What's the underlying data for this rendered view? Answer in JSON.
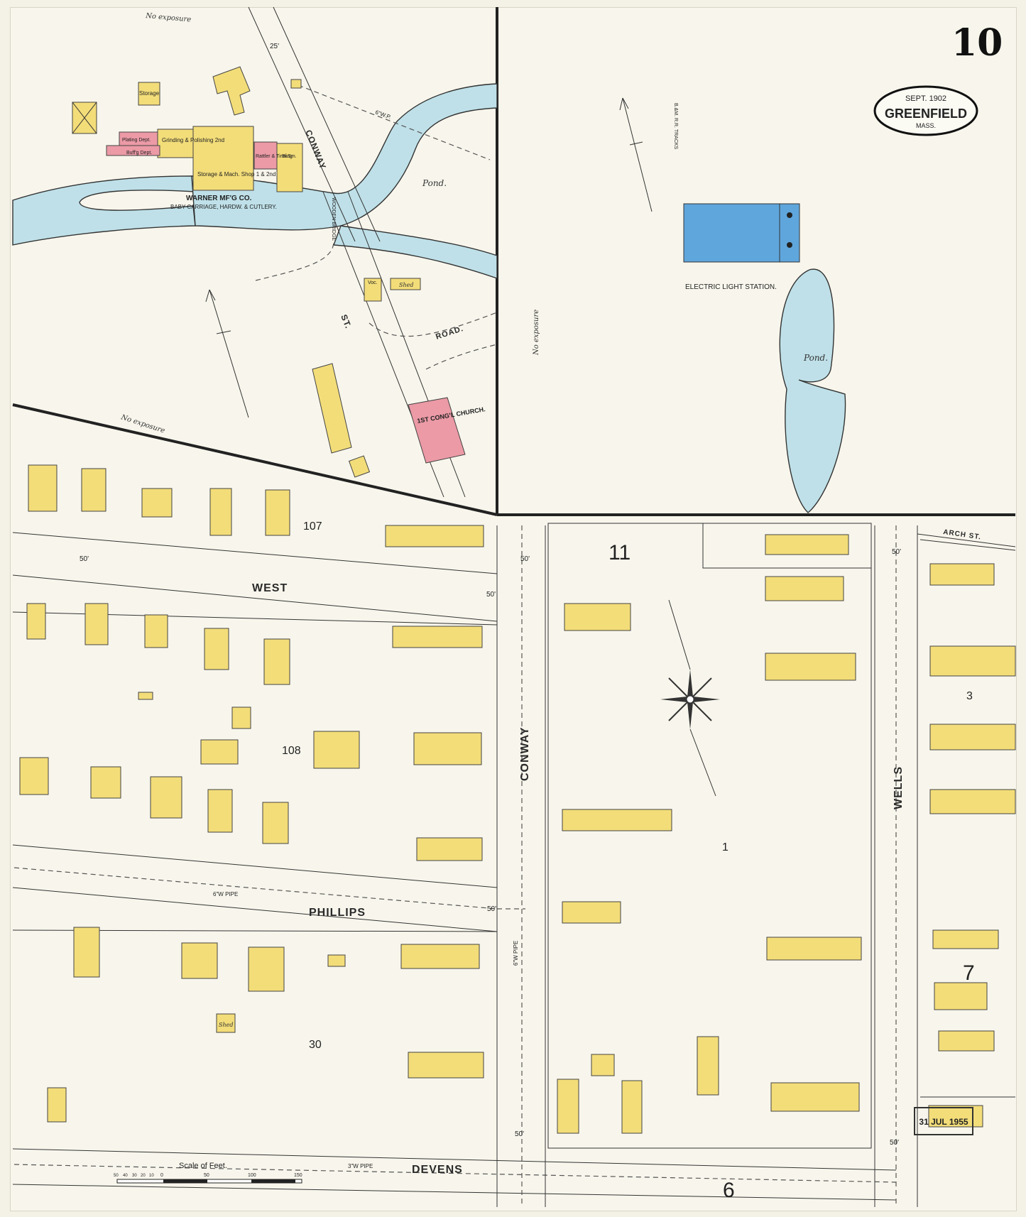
{
  "sheet": {
    "page_number": "10",
    "cartouche": {
      "date": "SEPT. 1902",
      "city": "GREENFIELD",
      "state": "MASS."
    },
    "stamp": "31 JUL 1955",
    "scale": {
      "label": "Scale of Feet.",
      "ticks": [
        "50",
        "40",
        "30",
        "20",
        "10",
        "0",
        "50",
        "100",
        "150"
      ]
    },
    "block_numbers": [
      "107",
      "108",
      "30",
      "11",
      "1",
      "3",
      "7",
      "6"
    ],
    "streets": {
      "west": "WEST",
      "phillips": "PHILLIPS",
      "devens": "DEVENS",
      "conway_lower": "CONWAY",
      "conway_upper": "CONWAY",
      "conway_st": "ST.",
      "wells": "WELLS",
      "arch": "ARCH  ST.",
      "road": "ROAD."
    },
    "labels": {
      "no_exposure_top": "No  exposure",
      "no_exposure_mid": "No  exposure",
      "no_exposure_right": "No  exposure",
      "pond_1": "Pond.",
      "pond_2": "Pond.",
      "warner": "WARNER MF'G CO.",
      "warner_sub": "BABY CARRIAGE, HARDW. & CUTLERY.",
      "storage": "Storage",
      "storage_mach": "Storage & Mach. Shop 1 & 2nd",
      "plating": "Plating Dept.",
      "grinding": "Grinding & Polishing 2nd",
      "buffing": "Buff'g Dept.",
      "rattler": "Rattler & Tinning",
      "blsm": "Bl.Sm.",
      "voc": "Voc.",
      "shed_1": "Shed",
      "shed_2": "Shed",
      "church": "1ST CONG'L CHURCH.",
      "electric": "ELECTRIC LIGHT STATION.",
      "gw_pipe_1": "6\"W.P.",
      "gw_pipe_2": "6\"W PIPE",
      "gw_pipe_3": "6\"W PIPE",
      "gw_pipe_4": "3\"W PIPE",
      "wooden_bridge": "WOODEN BRIDGE",
      "tracks": "B.&M. R.R. TRACKS"
    },
    "widths": [
      "25'",
      "50'",
      "50'",
      "50'",
      "50'",
      "50'",
      "50'",
      "50'"
    ],
    "colors": {
      "frame": "#f3dd79",
      "brick": "#eb9aa6",
      "stone": "#5fa6dc",
      "water": "#bfe0e8"
    }
  }
}
